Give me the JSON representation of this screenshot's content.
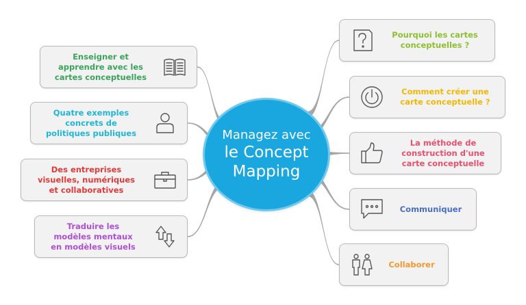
{
  "center": {
    "line1": "Managez avec",
    "line2": "le Concept",
    "line3": "Mapping",
    "color": "#1aa6de"
  },
  "branches": [
    {
      "id": "enseigner",
      "label": "Enseigner et\napprendre avec les\ncartes conceptuelles",
      "color": "#3aa35c",
      "icon": "book-icon"
    },
    {
      "id": "exemples",
      "label": "Quatre exemples\nconcrets de\npolitiques publiques",
      "color": "#1fb6d8",
      "icon": "user-icon"
    },
    {
      "id": "entreprises",
      "label": "Des entreprises\nvisuelles, numériques\net collaboratives",
      "color": "#e03b3b",
      "icon": "briefcase-icon"
    },
    {
      "id": "traduire",
      "label": "Traduire les\nmodèles mentaux\nen modèles visuels",
      "color": "#b04fd6",
      "icon": "arrows-icon"
    },
    {
      "id": "pourquoi",
      "label": "Pourquoi les cartes\nconceptuelles ?",
      "color": "#8dbf2f",
      "icon": "question-icon"
    },
    {
      "id": "comment",
      "label": "Comment créer une\ncarte conceptuelle ?",
      "color": "#f2b705",
      "icon": "power-icon"
    },
    {
      "id": "methode",
      "label": "La méthode de\nconstruction d'une\ncarte conceptuelle",
      "color": "#e8506e",
      "icon": "thumbs-up-icon"
    },
    {
      "id": "communiquer",
      "label": "Communiquer",
      "color": "#4a6fc1",
      "icon": "chat-icon"
    },
    {
      "id": "collaborer",
      "label": "Collaborer",
      "color": "#f29a2e",
      "icon": "people-icon"
    }
  ]
}
